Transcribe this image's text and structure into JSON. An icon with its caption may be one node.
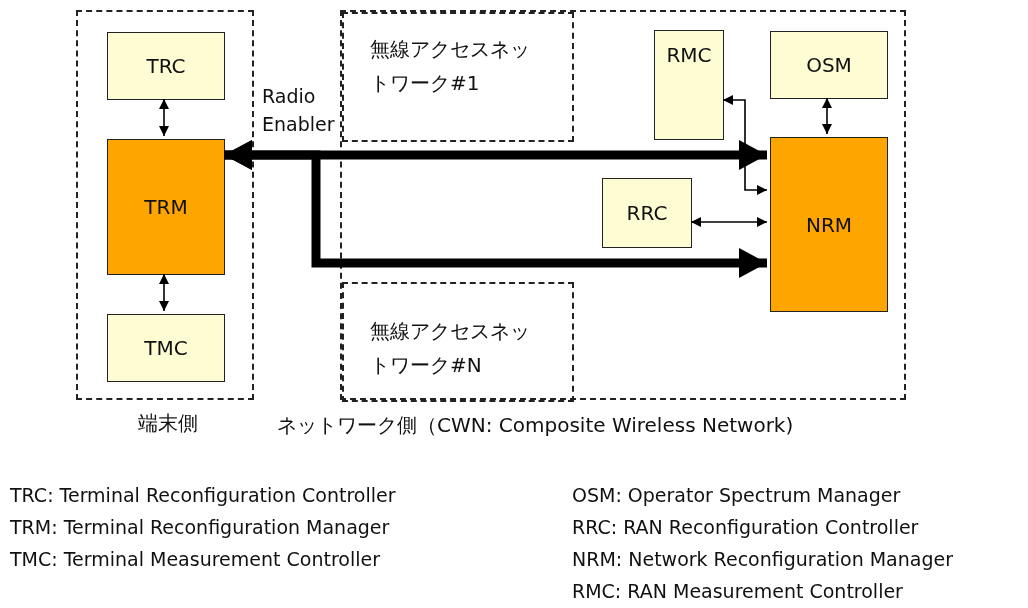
{
  "diagram": {
    "nodes": [
      {
        "text": [
          "端末側"
        ]
      },
      {
        "text": [
          "TRC"
        ],
        "in": 0
      },
      {
        "text": [
          "TRM"
        ],
        "in": 0
      },
      {
        "text": [
          "TMC"
        ],
        "in": 0
      },
      {
        "text": [
          "ネットワーク側（CWN: Composite Wireless Network)"
        ]
      },
      {
        "text": [
          "無線アクセスネットワーク#1"
        ],
        "in": 4
      },
      {
        "text": [
          "無線アクセスネットワーク#N"
        ],
        "in": 4
      },
      {
        "text": [
          "RMC"
        ],
        "in": 4
      },
      {
        "text": [
          "RRC"
        ],
        "in": 4
      },
      {
        "text": [
          "OSM"
        ],
        "in": 4
      },
      {
        "text": [
          "NRM"
        ],
        "in": 4
      }
    ],
    "edges": [
      {
        "from": 2,
        "to": 10,
        "arrow": "both",
        "style": "thick",
        "label": "Radio Enabler"
      },
      {
        "from": 2,
        "to": 10,
        "arrow": "both",
        "style": "thick"
      },
      {
        "from": 1,
        "to": 2,
        "arrow": "both"
      },
      {
        "from": 2,
        "to": 3,
        "arrow": "both"
      },
      {
        "from": 9,
        "to": 10,
        "arrow": "both"
      },
      {
        "from": 7,
        "to": 10,
        "arrow": "both"
      },
      {
        "from": 8,
        "to": 10,
        "arrow": "both"
      }
    ],
    "labels": [
      "TRC: Terminal Reconfiguration Controller",
      "TRM: Terminal Reconfiguration Manager",
      "TMC: Terminal Measurement Controller",
      "OSM: Operator Spectrum Manager",
      "RRC: RAN Reconfiguration Controller",
      "NRM: Network Reconfiguration Manager",
      "RMC: RAN Measurement Controller"
    ]
  }
}
